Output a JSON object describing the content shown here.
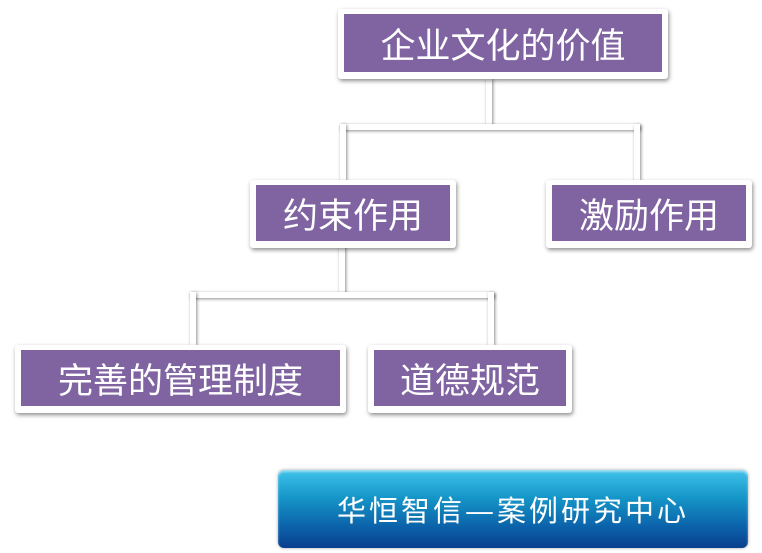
{
  "root": {
    "label": "企业文化的价值"
  },
  "level1": [
    {
      "label": "约束作用"
    },
    {
      "label": "激励作用"
    }
  ],
  "level2": [
    {
      "label": "完善的管理制度"
    },
    {
      "label": "道德规范"
    }
  ],
  "footer": {
    "label": "华恒智信—案例研究中心"
  },
  "colors": {
    "node_fill": "#8064a2",
    "banner": "#1596c8"
  }
}
